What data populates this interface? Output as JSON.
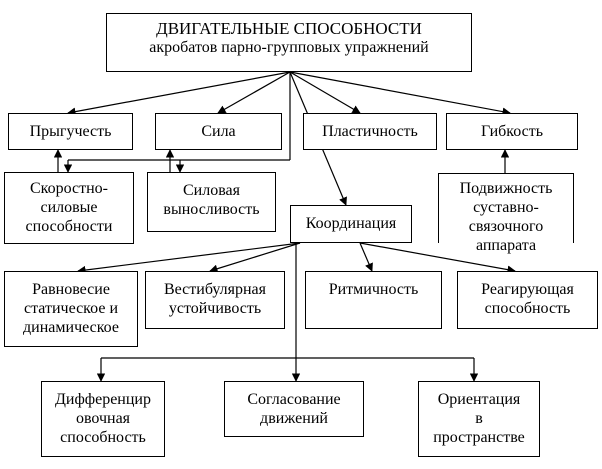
{
  "diagram": {
    "root": {
      "title": "ДВИГАТЕЛЬНЫЕ СПОСОБНОСТИ",
      "subtitle": "акробатов парно-групповых упражнений"
    },
    "row1": [
      {
        "label": "Прыгучесть"
      },
      {
        "label": "Сила"
      },
      {
        "label": "Пластичность"
      },
      {
        "label": "Гибкость"
      }
    ],
    "row2": {
      "speed_strength": [
        "Скоростно-",
        "силовые",
        "способности"
      ],
      "strength_endurance": [
        "Силовая",
        "выносливость"
      ],
      "coordination": "Координация",
      "joint_mobility": [
        "Подвижность",
        "суставно-",
        "связочного",
        "аппарата"
      ]
    },
    "row3": [
      {
        "lines": [
          "Равновесие",
          "статическое и",
          "динамическое"
        ]
      },
      {
        "lines": [
          "Вестибулярная",
          "устойчивость"
        ]
      },
      {
        "lines": [
          "Ритмичность"
        ]
      },
      {
        "lines": [
          "Реагирующая",
          "способность"
        ]
      }
    ],
    "row4": [
      {
        "lines": [
          "Дифференцир",
          "овочная",
          "способность"
        ]
      },
      {
        "lines": [
          "Согласование",
          "движений"
        ]
      },
      {
        "lines": [
          "Ориентация",
          "в",
          "пространстве"
        ]
      }
    ],
    "colors": {
      "stroke": "#000000",
      "fill": "#ffffff",
      "text": "#000000"
    }
  }
}
